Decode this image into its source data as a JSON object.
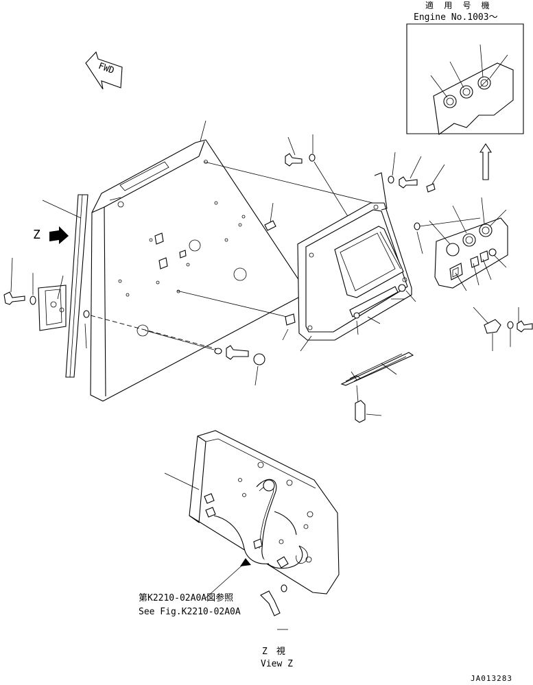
{
  "applicability": {
    "title_jp": "適 用 号 機",
    "engine_range": "Engine No.1003～"
  },
  "fwd_label": "FWD",
  "view_arrow_label": "Z",
  "reference_note": {
    "line_jp": "第K2210-02A0A図参照",
    "line_en": "See Fig.K2210-02A0A"
  },
  "view_caption": {
    "jp": "Z　視",
    "en": "View Z"
  },
  "drawing_number": "JA013283",
  "icons": [
    "fwd-arrow-icon",
    "view-direction-arrow-icon",
    "upgrade-arrow-icon"
  ]
}
